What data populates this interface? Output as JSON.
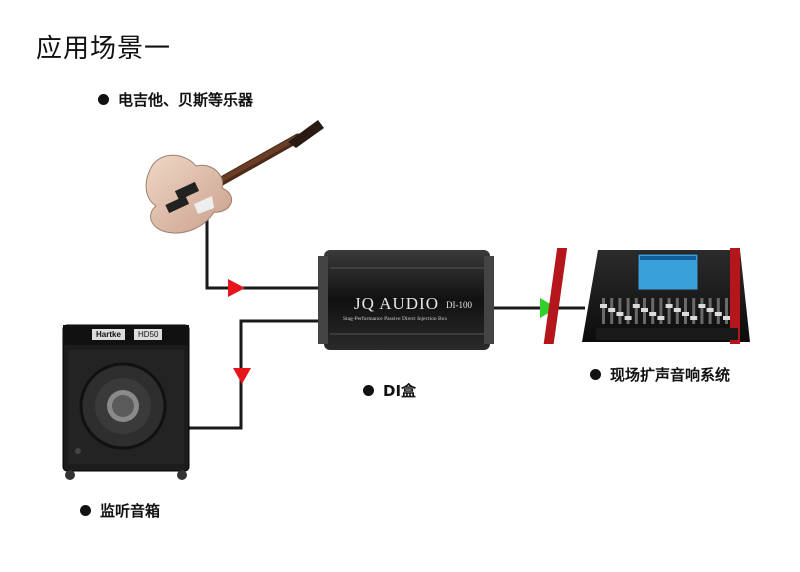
{
  "title": "应用场景一",
  "labels": {
    "guitar": "电吉他、贝斯等乐器",
    "di_box": "DI盒",
    "pa_system": "现场扩声音响系统",
    "monitor": "监听音箱"
  },
  "devices": {
    "di_brand": "JQ AUDIO",
    "di_model": "DI-100",
    "di_subtitle": "Stag-Performance Passive Direct Injection Box",
    "amp_brand": "Hartke",
    "amp_model": "HD50"
  },
  "colors": {
    "input_arrow": "#e8141b",
    "output_arrow": "#2fd12a",
    "cable": "#1a1a1a"
  }
}
